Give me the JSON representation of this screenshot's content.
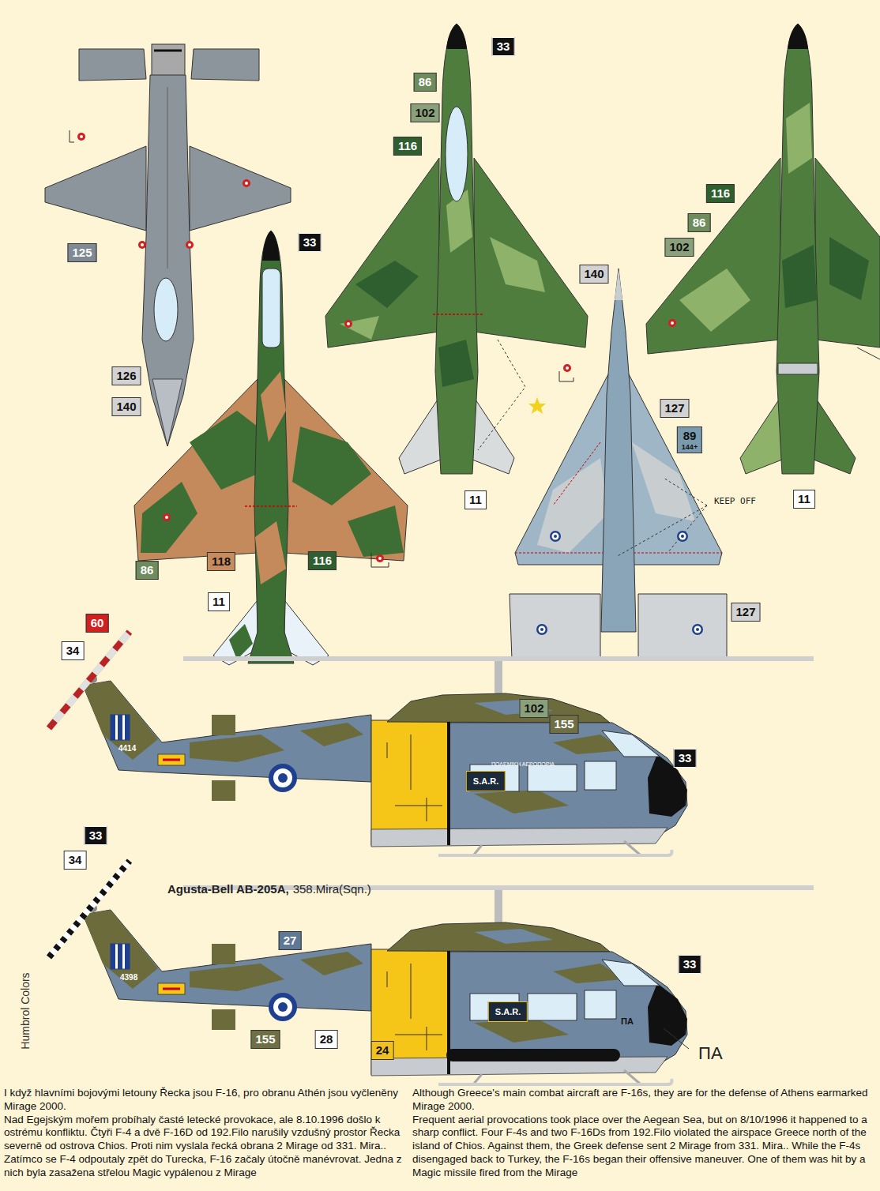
{
  "diagram": {
    "nodes": [
      {
        "text": [
          "33"
        ]
      },
      {
        "text": [
          "86"
        ]
      },
      {
        "text": [
          "102"
        ]
      },
      {
        "text": [
          "116"
        ]
      },
      {
        "text": [
          "116"
        ]
      },
      {
        "text": [
          "86"
        ]
      },
      {
        "text": [
          "33"
        ]
      },
      {
        "text": [
          "102"
        ]
      },
      {
        "text": [
          "125"
        ]
      },
      {
        "text": [
          "140"
        ]
      },
      {
        "text": [
          "126"
        ]
      },
      {
        "text": [
          "140"
        ]
      },
      {
        "text": [
          "127"
        ]
      },
      {
        "text": [
          "89",
          "144+"
        ]
      },
      {
        "text": [
          "11"
        ]
      },
      {
        "text": [
          "11"
        ]
      },
      {
        "text": [
          "118"
        ]
      },
      {
        "text": [
          "116"
        ]
      },
      {
        "text": [
          "86"
        ]
      },
      {
        "text": [
          "11"
        ]
      },
      {
        "text": [
          "127"
        ]
      },
      {
        "text": [
          "60"
        ]
      },
      {
        "text": [
          "34"
        ]
      },
      {
        "text": [
          "102"
        ]
      },
      {
        "text": [
          "155"
        ]
      },
      {
        "text": [
          "33"
        ]
      },
      {
        "text": [
          "S.A.R."
        ]
      },
      {
        "text": [
          "33"
        ]
      },
      {
        "text": [
          "34"
        ]
      },
      {
        "text": [
          "27"
        ]
      },
      {
        "text": [
          "33"
        ]
      },
      {
        "text": [
          "S.A.R."
        ]
      },
      {
        "text": [
          "155"
        ]
      },
      {
        "text": [
          "28"
        ]
      },
      {
        "text": [
          "24"
        ]
      }
    ],
    "labels": [
      "KEEP OFF",
      "4414",
      "ΠΟΛΕΜΙΚΗ ΑΕΡΟΠΟΡΙΑ",
      "Agusta-Bell AB-205A,",
      "358.Mira(Sqn.)",
      "4398",
      "ΠΑ",
      "ΠΑ",
      "Humbrol Colors",
      "I když hlavními bojovými letouny Řecka jsou F-16, pro obranu Athén jsou vyčleněny Mirage 2000.",
      "Nad Egejským mořem probíhaly časté letecké provokace, ale 8.10.1996 došlo k ostrému konfliktu. Čtyři F-4 a dvě F-16D od 192.Filo narušily vzdušný prostor Řecka severně od ostrova Chios. Proti nim vyslala řecká obrana 2 Mirage od 331. Mira.. Zatímco se F-4 odpoutaly zpět do Turecka, F-16 začaly útočně manévrovat. Jedna z nich byla zasažena střelou Magic vypálenou z Mirage",
      "Although Greece's main combat aircraft are F-16s, they are for the defense of Athens earmarked Mirage 2000.",
      "Frequent aerial provocations took place over the Aegean Sea, but on 8/10/1996 it happened to a sharp conflict. Four F-4s and two F-16Ds from 192.Filo violated the airspace Greece north of the island of Chios. Against them, the Greek defense sent 2 Mirage from 331. Mira.. While the F-4s disengaged back to Turkey, the F-16s began their offensive maneuver. One of them was hit by a Magic missile fired from the Mirage"
    ]
  }
}
